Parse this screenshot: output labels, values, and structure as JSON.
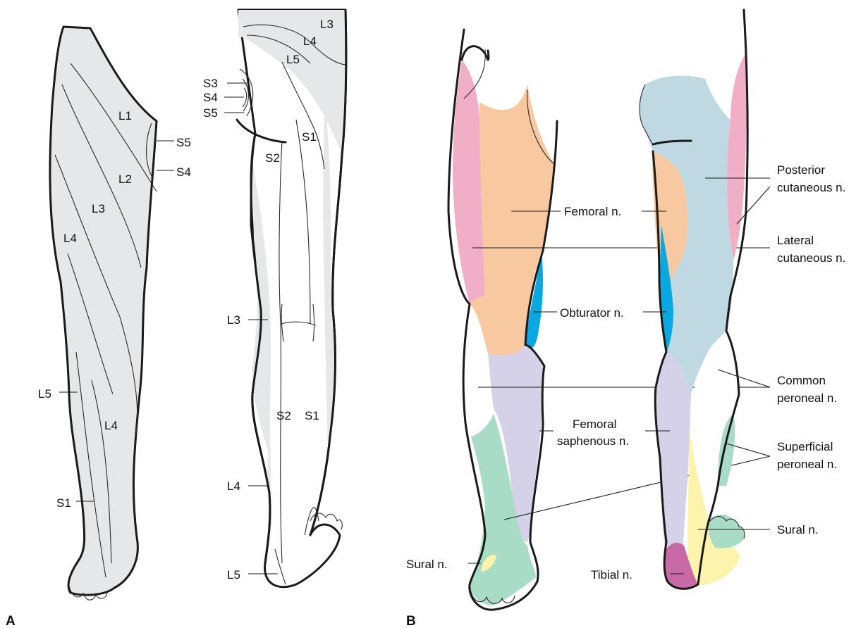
{
  "colors": {
    "dermatome_fill": "#e6e7e8",
    "posterior_cutaneous": "#bfd9e3",
    "lateral_cutaneous": "#f1afc7",
    "femoral": "#f8c9a0",
    "obturator": "#0aa8e0",
    "femoral_saphenous": "#d5d1e8",
    "common_peroneal": "#ffffff",
    "superficial_peroneal": "#a9dcc6",
    "sural": "#fcf4ad",
    "tibial": "#c86aa6"
  },
  "panel_a": {
    "letter": "A",
    "anterior_labels": [
      "L1",
      "L2",
      "L3",
      "L4",
      "L5",
      "L4",
      "S1",
      "S5",
      "S4"
    ],
    "posterior_labels": [
      "L3",
      "L4",
      "L5",
      "S3",
      "S4",
      "S5",
      "S1",
      "S2",
      "L3",
      "S2",
      "S1",
      "L4",
      "L5"
    ]
  },
  "panel_b": {
    "letter": "B",
    "labels": {
      "femoral": "Femoral n.",
      "obturator": "Obturator n.",
      "femoral_saphenous_1": "Femoral",
      "femoral_saphenous_2": "saphenous n.",
      "sural_left": "Sural n.",
      "tibial": "Tibial n.",
      "posterior_cutaneous_1": "Posterior",
      "posterior_cutaneous_2": "cutaneous n.",
      "lateral_cutaneous_1": "Lateral",
      "lateral_cutaneous_2": "cutaneous n.",
      "common_peroneal_1": "Common",
      "common_peroneal_2": "peroneal n.",
      "superficial_peroneal_1": "Superficial",
      "superficial_peroneal_2": "peroneal n.",
      "sural_right": "Sural n."
    }
  }
}
